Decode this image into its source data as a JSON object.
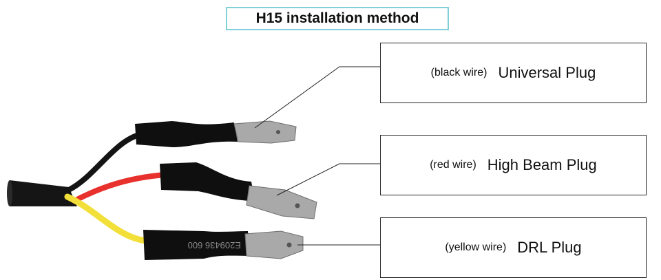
{
  "title": "H15 installation method",
  "labels": [
    {
      "wire": "(black wire)",
      "plug": "Universal Plug"
    },
    {
      "wire": "(red wire)",
      "plug": "High Beam Plug"
    },
    {
      "wire": "(yellow wire)",
      "plug": "DRL Plug"
    }
  ],
  "sleeve_print": "E209436  600",
  "wire_colors": {
    "black": "#141414",
    "red": "#e8302d",
    "yellow": "#f2df3a"
  }
}
